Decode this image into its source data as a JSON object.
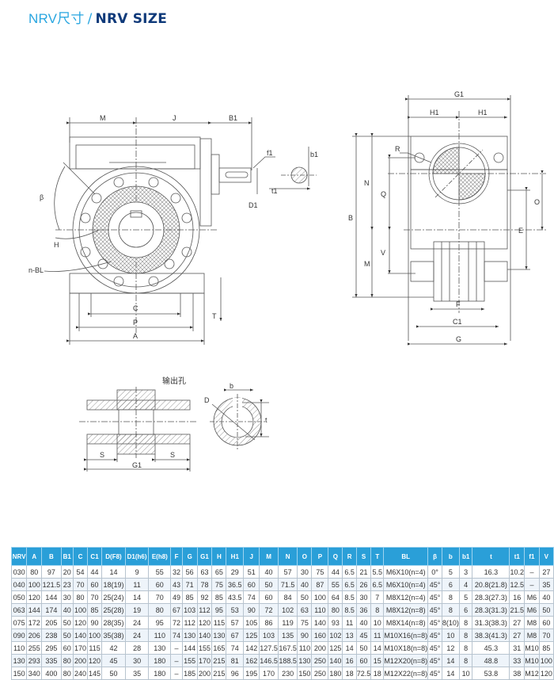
{
  "header": {
    "title_cn": "NRV尺寸",
    "separator": "/",
    "title_en": "NRV SIZE"
  },
  "drawing": {
    "front_view_labels": {
      "M": "M",
      "J": "J",
      "B1": "B1",
      "beta": "β",
      "H": "H",
      "nBL": "n-BL",
      "C": "C",
      "P": "P",
      "A": "A",
      "T": "T",
      "f1": "f1",
      "D1": "D1",
      "t1": "t1",
      "b1": "b1"
    },
    "side_view_labels": {
      "G1": "G1",
      "H1a": "H1",
      "H1b": "H1",
      "R": "R",
      "B": "B",
      "N": "N",
      "Q": "Q",
      "M": "M",
      "V": "V",
      "O": "O",
      "E": "E",
      "F": "F",
      "C1": "C1",
      "G": "G"
    },
    "output_hole": {
      "caption": "输出孔",
      "S1": "S",
      "S2": "S",
      "G1": "G1",
      "D": "D",
      "b": "b",
      "t": "t"
    }
  },
  "table": {
    "columns": [
      "NRV",
      "A",
      "B",
      "B1",
      "C",
      "C1",
      "D(F8)",
      "D1(h6)",
      "E(h8)",
      "F",
      "G",
      "G1",
      "H",
      "H1",
      "J",
      "M",
      "N",
      "O",
      "P",
      "Q",
      "R",
      "S",
      "T",
      "BL",
      "β",
      "b",
      "b1",
      "t",
      "t1",
      "f1",
      "V"
    ],
    "rows": [
      [
        "030",
        "80",
        "97",
        "20",
        "54",
        "44",
        "14",
        "9",
        "55",
        "32",
        "56",
        "63",
        "65",
        "29",
        "51",
        "40",
        "57",
        "30",
        "75",
        "44",
        "6.5",
        "21",
        "5.5",
        "M6X10(n=4)",
        "0°",
        "5",
        "3",
        "16.3",
        "10.2",
        "–",
        "27"
      ],
      [
        "040",
        "100",
        "121.5",
        "23",
        "70",
        "60",
        "18(19)",
        "11",
        "60",
        "43",
        "71",
        "78",
        "75",
        "36.5",
        "60",
        "50",
        "71.5",
        "40",
        "87",
        "55",
        "6.5",
        "26",
        "6.5",
        "M6X10(n=4)",
        "45°",
        "6",
        "4",
        "20.8(21.8)",
        "12.5",
        "–",
        "35"
      ],
      [
        "050",
        "120",
        "144",
        "30",
        "80",
        "70",
        "25(24)",
        "14",
        "70",
        "49",
        "85",
        "92",
        "85",
        "43.5",
        "74",
        "60",
        "84",
        "50",
        "100",
        "64",
        "8.5",
        "30",
        "7",
        "M8X12(n=4)",
        "45°",
        "8",
        "5",
        "28.3(27.3)",
        "16",
        "M6",
        "40"
      ],
      [
        "063",
        "144",
        "174",
        "40",
        "100",
        "85",
        "25(28)",
        "19",
        "80",
        "67",
        "103",
        "112",
        "95",
        "53",
        "90",
        "72",
        "102",
        "63",
        "110",
        "80",
        "8.5",
        "36",
        "8",
        "M8X12(n=8)",
        "45°",
        "8",
        "6",
        "28.3(31.3)",
        "21.5",
        "M6",
        "50"
      ],
      [
        "075",
        "172",
        "205",
        "50",
        "120",
        "90",
        "28(35)",
        "24",
        "95",
        "72",
        "112",
        "120",
        "115",
        "57",
        "105",
        "86",
        "119",
        "75",
        "140",
        "93",
        "11",
        "40",
        "10",
        "M8X14(n=8)",
        "45°",
        "8(10)",
        "8",
        "31.3(38.3)",
        "27",
        "M8",
        "60"
      ],
      [
        "090",
        "206",
        "238",
        "50",
        "140",
        "100",
        "35(38)",
        "24",
        "110",
        "74",
        "130",
        "140",
        "130",
        "67",
        "125",
        "103",
        "135",
        "90",
        "160",
        "102",
        "13",
        "45",
        "11",
        "M10X16(n=8)",
        "45°",
        "10",
        "8",
        "38.3(41.3)",
        "27",
        "M8",
        "70"
      ],
      [
        "110",
        "255",
        "295",
        "60",
        "170",
        "115",
        "42",
        "28",
        "130",
        "–",
        "144",
        "155",
        "165",
        "74",
        "142",
        "127.5",
        "167.5",
        "110",
        "200",
        "125",
        "14",
        "50",
        "14",
        "M10X18(n=8)",
        "45°",
        "12",
        "8",
        "45.3",
        "31",
        "M10",
        "85"
      ],
      [
        "130",
        "293",
        "335",
        "80",
        "200",
        "120",
        "45",
        "30",
        "180",
        "–",
        "155",
        "170",
        "215",
        "81",
        "162",
        "146.5",
        "188.5",
        "130",
        "250",
        "140",
        "16",
        "60",
        "15",
        "M12X20(n=8)",
        "45°",
        "14",
        "8",
        "48.8",
        "33",
        "M10",
        "100"
      ],
      [
        "150",
        "340",
        "400",
        "80",
        "240",
        "145",
        "50",
        "35",
        "180",
        "–",
        "185",
        "200",
        "215",
        "96",
        "195",
        "170",
        "230",
        "150",
        "250",
        "180",
        "18",
        "72.5",
        "18",
        "M12X22(n=8)",
        "45°",
        "14",
        "10",
        "53.8",
        "38",
        "M12",
        "120"
      ]
    ]
  }
}
